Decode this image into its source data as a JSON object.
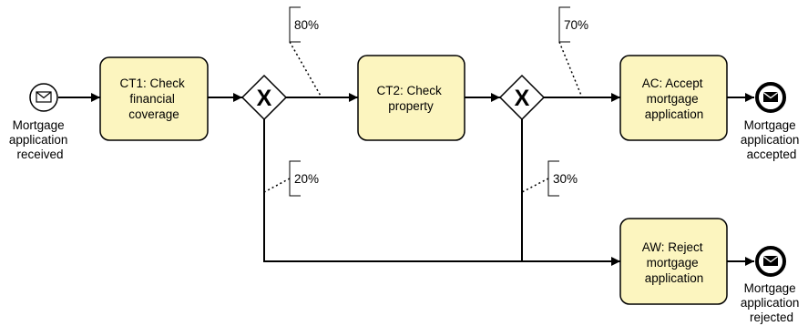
{
  "colors": {
    "task_fill": "#fcf5bf",
    "stroke": "#000000",
    "background": "#ffffff"
  },
  "events": {
    "start": {
      "icon": "envelope-outline-icon",
      "label": [
        "Mortgage",
        "application",
        "received"
      ]
    },
    "end_accepted": {
      "icon": "envelope-filled-icon",
      "label": [
        "Mortgage",
        "application",
        "accepted"
      ]
    },
    "end_rejected": {
      "icon": "envelope-filled-icon",
      "label": [
        "Mortgage",
        "application",
        "rejected"
      ]
    }
  },
  "tasks": {
    "ct1": {
      "label": [
        "CT1: Check",
        "financial",
        "coverage"
      ]
    },
    "ct2": {
      "label": [
        "CT2: Check",
        "property"
      ]
    },
    "ac": {
      "label": [
        "AC: Accept",
        "mortgage",
        "application"
      ]
    },
    "aw": {
      "label": [
        "AW: Reject",
        "mortgage",
        "application"
      ]
    }
  },
  "gateways": {
    "g1": {
      "type": "exclusive",
      "marker": "X"
    },
    "g2": {
      "type": "exclusive",
      "marker": "X"
    }
  },
  "annotations": {
    "g1_to_ct2": "80%",
    "g1_to_reject": "20%",
    "g2_to_ac": "70%",
    "g2_to_reject": "30%"
  }
}
